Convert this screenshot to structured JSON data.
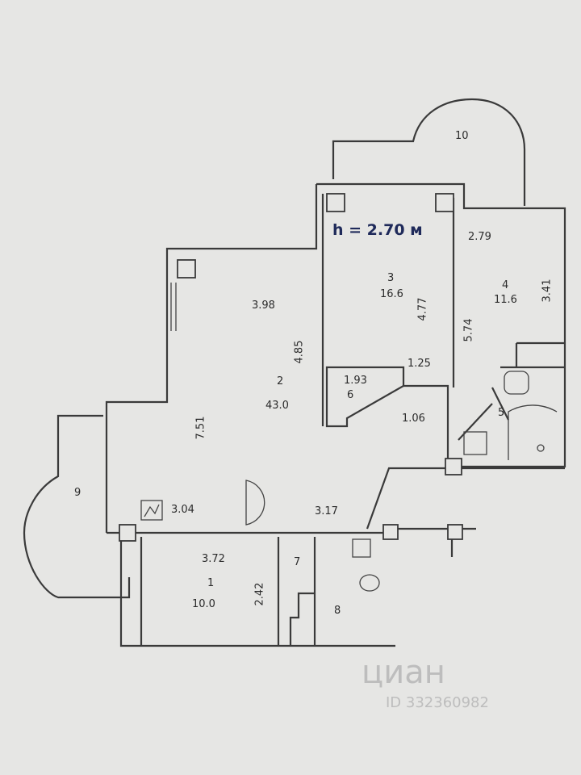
{
  "height_note": "h = 2.70 м",
  "rooms": [
    {
      "id": "1",
      "area": "10.0"
    },
    {
      "id": "2",
      "area": "43.0"
    },
    {
      "id": "3",
      "area": "16.6"
    },
    {
      "id": "4",
      "area": "11.6"
    },
    {
      "id": "5"
    },
    {
      "id": "6"
    },
    {
      "id": "7"
    },
    {
      "id": "8"
    },
    {
      "id": "9"
    },
    {
      "id": "10"
    }
  ],
  "dimensions": {
    "r2_top": "3.98",
    "r2_side": "4.85",
    "r2_left": "7.51",
    "r2_bottom": "3.04",
    "r3_side": "4.77",
    "r4_top": "2.79",
    "r4_right": "3.41",
    "r4_left": "5.74",
    "r6_top": "1.93",
    "r6_right": "1.25",
    "corridor_w": "1.06",
    "corridor_len": "3.17",
    "r1_top": "3.72",
    "r1_side": "2.42"
  },
  "watermark": {
    "brand": "циан",
    "id_text": "ID 332360982"
  }
}
